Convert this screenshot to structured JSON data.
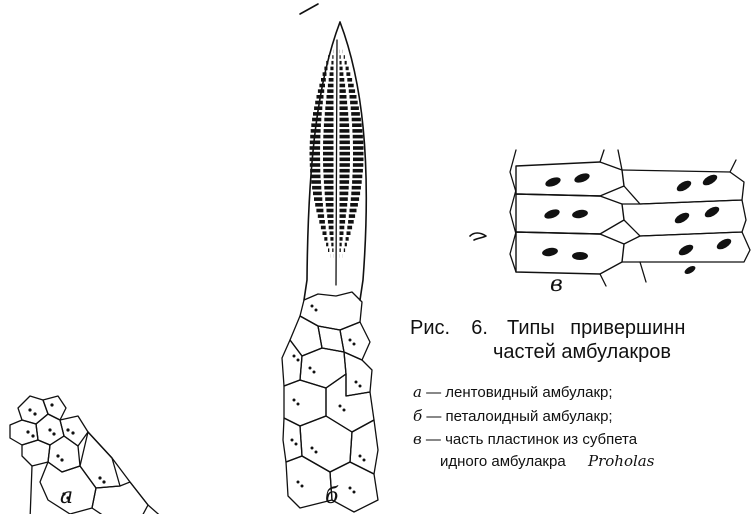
{
  "figure": {
    "panel_labels": {
      "a": "a",
      "b": "б",
      "v": "в"
    },
    "caption": {
      "prefix": "Рис.",
      "number": "6.",
      "title_line1": "Типы привершинн",
      "title_line2": "частей амбулакров"
    },
    "legend": [
      {
        "letter": "a",
        "text": "— лентовидный амбулакр;"
      },
      {
        "letter": "б",
        "text": "— петалоидный амбулакр;"
      },
      {
        "letter": "в",
        "text": "— часть пластинок из субпета"
      },
      {
        "letter": "",
        "text": "идного амбулакра",
        "species": "Proholas"
      }
    ]
  }
}
